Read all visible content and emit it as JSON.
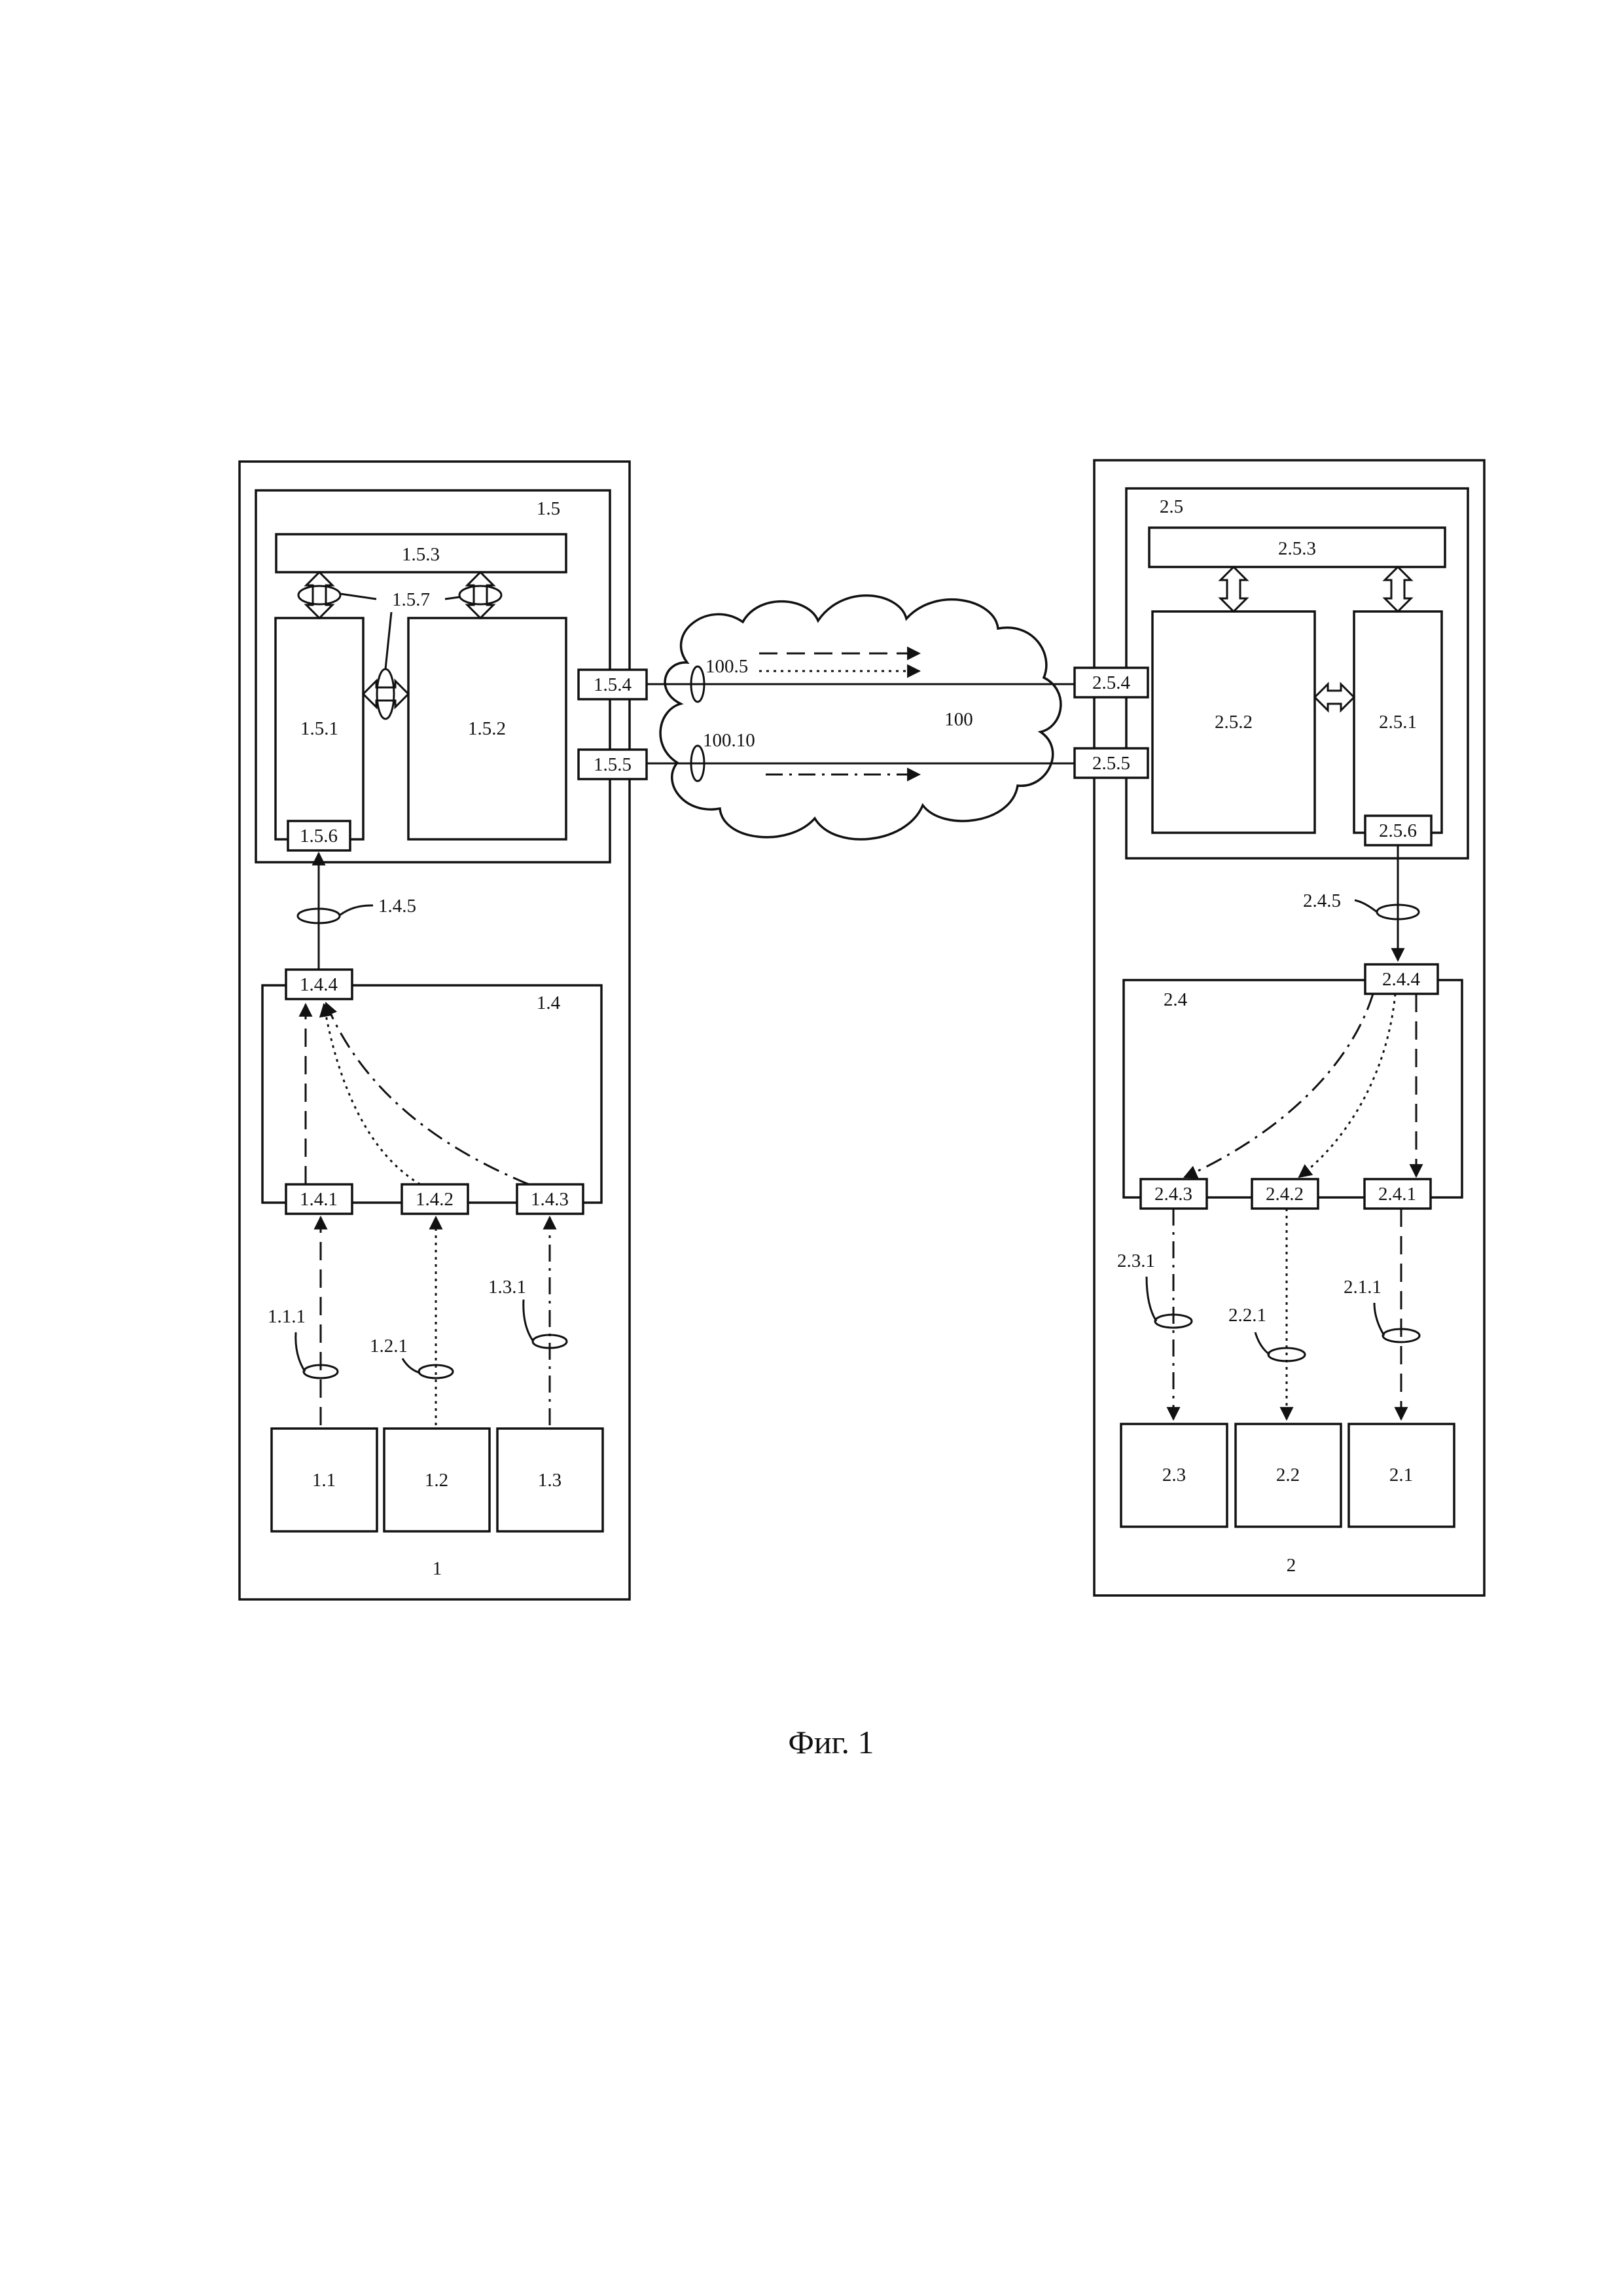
{
  "figure": {
    "caption": "Фиг. 1"
  },
  "node1": {
    "label": "1",
    "sub_5": {
      "label": "1.5",
      "b_5_3": "1.5.3",
      "b_5_1": "1.5.1",
      "b_5_2": "1.5.2",
      "b_5_6": "1.5.6",
      "b_5_4": "1.5.4",
      "b_5_5": "1.5.5",
      "bus_label": "1.5.7"
    },
    "link_4_5": "1.4.5",
    "sub_4": {
      "label": "1.4",
      "p_4_4": "1.4.4",
      "p_4_1": "1.4.1",
      "p_4_2": "1.4.2",
      "p_4_3": "1.4.3"
    },
    "link_1_1_1": "1.1.1",
    "link_1_2_1": "1.2.1",
    "link_1_3_1": "1.3.1",
    "src_1_1": "1.1",
    "src_1_2": "1.2",
    "src_1_3": "1.3"
  },
  "network": {
    "label": "100",
    "channel_a": "100.5",
    "channel_b": "100.10"
  },
  "node2": {
    "label": "2",
    "sub_5": {
      "label": "2.5",
      "b_5_3": "2.5.3",
      "b_5_2": "2.5.2",
      "b_5_1": "2.5.1",
      "b_5_6": "2.5.6",
      "b_5_4": "2.5.4",
      "b_5_5": "2.5.5"
    },
    "link_4_5": "2.4.5",
    "sub_4": {
      "label": "2.4",
      "p_4_4": "2.4.4",
      "p_4_3": "2.4.3",
      "p_4_2": "2.4.2",
      "p_4_1": "2.4.1"
    },
    "link_3_1": "2.3.1",
    "link_2_1": "2.2.1",
    "link_1_1": "2.1.1",
    "dst_2_3": "2.3",
    "dst_2_2": "2.2",
    "dst_2_1": "2.1"
  }
}
